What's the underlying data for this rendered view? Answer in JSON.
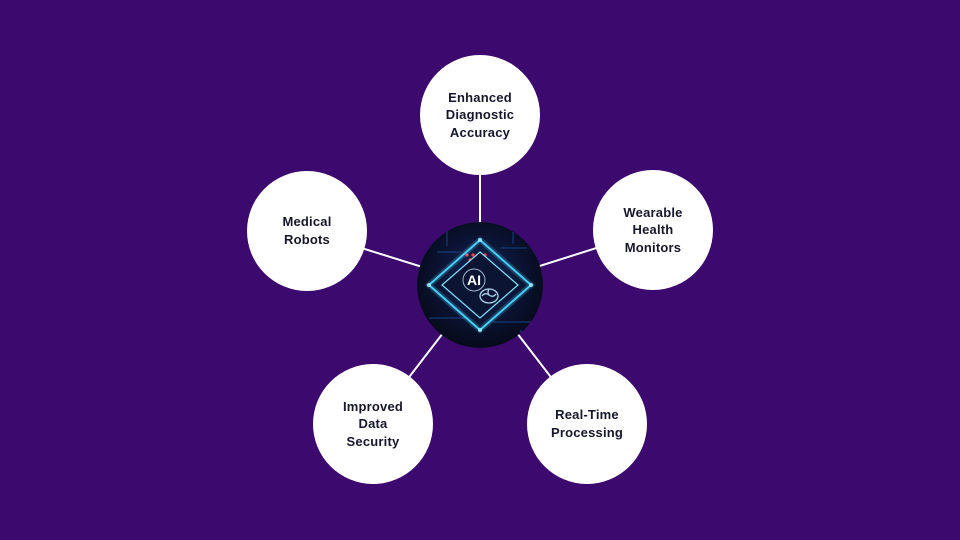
{
  "colors": {
    "background": "#3c0a6e",
    "node_fill": "#ffffff",
    "node_text": "#17172b",
    "connector": "#ffffff",
    "hub_glow": "#49d6ff",
    "hub_dark": "#0a1230",
    "alert_dot": "#ff3b4d"
  },
  "diagram": {
    "center": {
      "label": "AI"
    },
    "nodes": [
      {
        "label": "Enhanced\nDiagnostic\nAccuracy"
      },
      {
        "label": "Wearable\nHealth\nMonitors"
      },
      {
        "label": "Medical\nRobots"
      },
      {
        "label": "Improved\nData\nSecurity"
      },
      {
        "label": "Real-Time\nProcessing"
      }
    ]
  }
}
